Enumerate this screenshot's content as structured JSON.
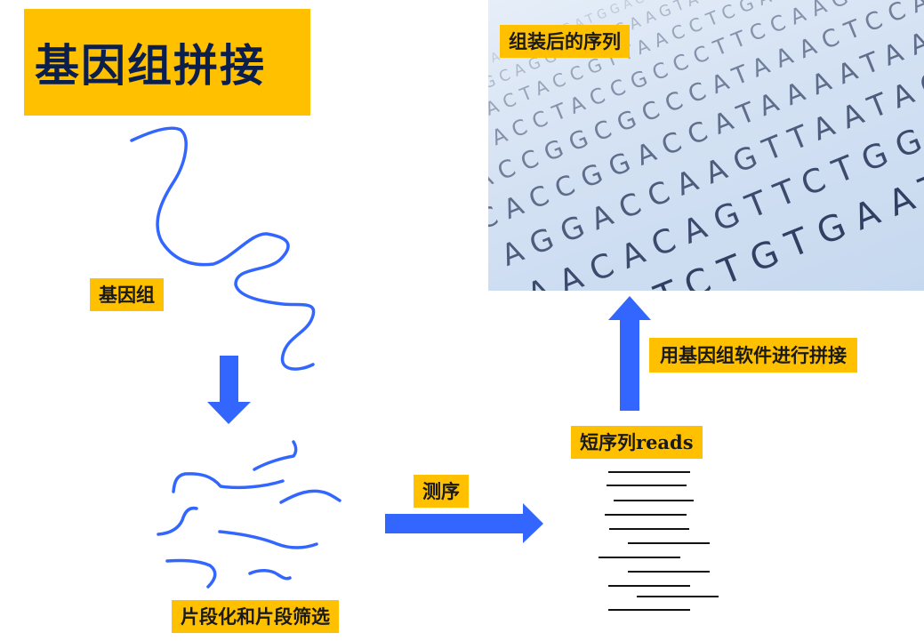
{
  "title": "基因组拼接",
  "labels": {
    "genome": "基因组",
    "fragment": "片段化和片段筛选",
    "sequencing": "测序",
    "short_reads": "短序列reads",
    "assembly_software": "用基因组软件进行拼接",
    "assembled_sequence": "组装后的序列"
  },
  "sequence_image_rows": [
    "TGCAAATGCAAGTCCGATGGACTTAGC",
    "AACTTTGCAGGATTCCAAGTACCTTGA",
    "TTGGACTACCGTTAACCTCGAATGCAG",
    "GTTACCTACCGCCCTTCCAAGTATTCG",
    "TACCGGCGCCCATAAACTCCAGATCAA",
    "CACCGGACCATAAAATAACATCGATGGC",
    "AGGACCAAGTTAATACGCATCGCAGAC",
    "AACACAGTTCTGGCATTGCAGCTGCAT",
    "CGTTCTGTGAATTGCGTCATTGACCAT"
  ],
  "colors": {
    "label_bg": "#ffc000",
    "title_text": "#0b1f4f",
    "arrow_blue": "#3366ff",
    "dna_blue": "#3366ff"
  }
}
